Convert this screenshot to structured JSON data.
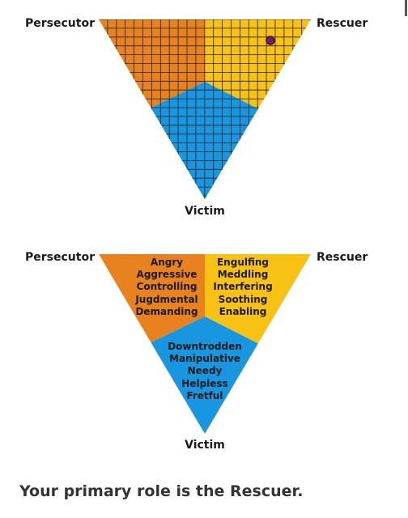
{
  "labels": {
    "persecutor": "Persecutor",
    "rescuer": "Rescuer",
    "victim": "Victim"
  },
  "colors": {
    "persecutor": "#e8821e",
    "rescuer": "#f7c213",
    "victim": "#1996e0",
    "grid": "#222222",
    "marker": "#6b1d6e"
  },
  "traits": {
    "persecutor": [
      "Angry",
      "Aggressive",
      "Controlling",
      "Jugdmental",
      "Demanding"
    ],
    "rescuer": [
      "Engulfing",
      "Meddling",
      "Interfering",
      "Soothing",
      "Enabling"
    ],
    "victim": [
      "Downtrodden",
      "Manipulative",
      "Needy",
      "Helpless",
      "Fretful"
    ]
  },
  "result": {
    "text": "Your primary role is the Rescuer."
  }
}
